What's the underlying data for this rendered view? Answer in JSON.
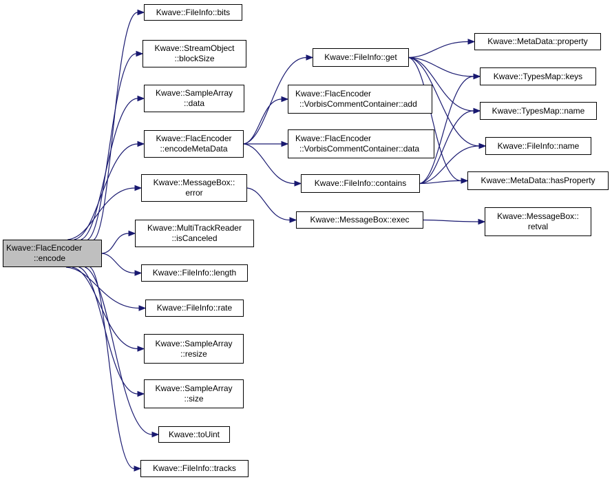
{
  "colors": {
    "edge": "#191970",
    "root_fill": "#bfbfbf",
    "node_fill": "#ffffff",
    "border": "#000000"
  },
  "nodes": {
    "encode": {
      "lines": [
        "Kwave::FlacEncoder",
        "::encode"
      ]
    },
    "bits": {
      "lines": [
        "Kwave::FileInfo::bits"
      ]
    },
    "blocksize": {
      "lines": [
        "Kwave::StreamObject",
        "::blockSize"
      ]
    },
    "sa_data": {
      "lines": [
        "Kwave::SampleArray",
        "::data"
      ]
    },
    "encodemeta": {
      "lines": [
        "Kwave::FlacEncoder",
        "::encodeMetaData"
      ]
    },
    "mb_error": {
      "lines": [
        "Kwave::MessageBox::",
        "error"
      ]
    },
    "iscanceled": {
      "lines": [
        "Kwave::MultiTrackReader",
        "::isCanceled"
      ]
    },
    "length": {
      "lines": [
        "Kwave::FileInfo::length"
      ]
    },
    "rate": {
      "lines": [
        "Kwave::FileInfo::rate"
      ]
    },
    "resize": {
      "lines": [
        "Kwave::SampleArray",
        "::resize"
      ]
    },
    "size": {
      "lines": [
        "Kwave::SampleArray",
        "::size"
      ]
    },
    "touint": {
      "lines": [
        "Kwave::toUint"
      ]
    },
    "tracks": {
      "lines": [
        "Kwave::FileInfo::tracks"
      ]
    },
    "fi_get": {
      "lines": [
        "Kwave::FileInfo::get"
      ]
    },
    "vc_add": {
      "lines": [
        "Kwave::FlacEncoder",
        "::VorbisCommentContainer::add"
      ]
    },
    "vc_data": {
      "lines": [
        "Kwave::FlacEncoder",
        "::VorbisCommentContainer::data"
      ]
    },
    "fi_contains": {
      "lines": [
        "Kwave::FileInfo::contains"
      ]
    },
    "mb_exec": {
      "lines": [
        "Kwave::MessageBox::exec"
      ]
    },
    "md_property": {
      "lines": [
        "Kwave::MetaData::property"
      ]
    },
    "tm_keys": {
      "lines": [
        "Kwave::TypesMap::keys"
      ]
    },
    "tm_name": {
      "lines": [
        "Kwave::TypesMap::name"
      ]
    },
    "fi_name": {
      "lines": [
        "Kwave::FileInfo::name"
      ]
    },
    "md_hasproperty": {
      "lines": [
        "Kwave::MetaData::hasProperty"
      ]
    },
    "mb_retval": {
      "lines": [
        "Kwave::MessageBox::",
        "retval"
      ]
    }
  },
  "edges": [
    [
      "encode",
      "bits"
    ],
    [
      "encode",
      "blocksize"
    ],
    [
      "encode",
      "sa_data"
    ],
    [
      "encode",
      "encodemeta"
    ],
    [
      "encode",
      "mb_error"
    ],
    [
      "encode",
      "iscanceled"
    ],
    [
      "encode",
      "length"
    ],
    [
      "encode",
      "rate"
    ],
    [
      "encode",
      "resize"
    ],
    [
      "encode",
      "size"
    ],
    [
      "encode",
      "touint"
    ],
    [
      "encode",
      "tracks"
    ],
    [
      "encodemeta",
      "fi_get"
    ],
    [
      "encodemeta",
      "vc_add"
    ],
    [
      "encodemeta",
      "vc_data"
    ],
    [
      "encodemeta",
      "fi_contains"
    ],
    [
      "mb_error",
      "mb_exec"
    ],
    [
      "mb_exec",
      "mb_retval"
    ],
    [
      "fi_get",
      "md_property"
    ],
    [
      "fi_get",
      "tm_keys"
    ],
    [
      "fi_get",
      "tm_name"
    ],
    [
      "fi_get",
      "fi_name"
    ],
    [
      "fi_get",
      "md_hasproperty"
    ],
    [
      "fi_contains",
      "tm_keys"
    ],
    [
      "fi_contains",
      "tm_name"
    ],
    [
      "fi_contains",
      "fi_name"
    ],
    [
      "fi_contains",
      "md_hasproperty"
    ]
  ]
}
